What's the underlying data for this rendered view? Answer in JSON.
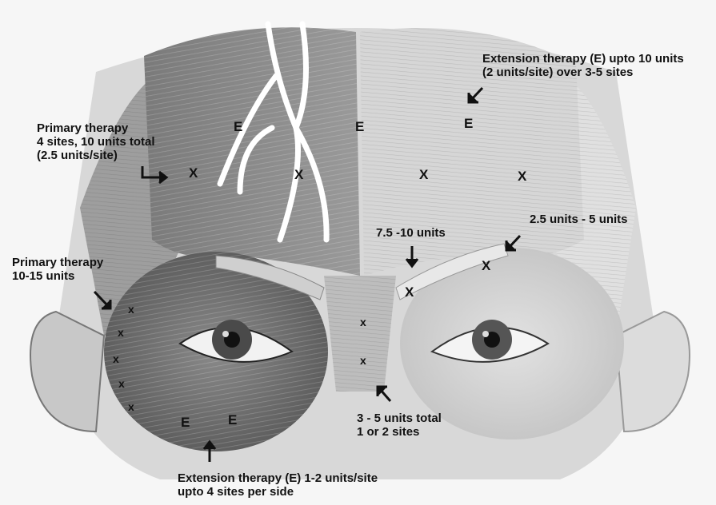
{
  "labels": {
    "primary_forehead": [
      "Primary therapy",
      "4 sites, 10 units total",
      "(2.5 units/site)"
    ],
    "extension_forehead": [
      "Extension therapy (E) upto 10 units",
      "(2 units/site) over 3-5 sites"
    ],
    "primary_orbicularis": [
      "Primary therapy",
      "10-15 units"
    ],
    "corrugator_medial": "7.5 -10 units",
    "corrugator_lateral": "2.5 units - 5 units",
    "procerus": [
      "3 - 5 units total",
      "1 or 2 sites"
    ],
    "extension_orbicularis": [
      "Extension therapy (E) 1-2 units/site",
      "upto 4 sites per side"
    ]
  },
  "marks": {
    "x_upper": "X",
    "x_lower": "x",
    "e": "E"
  },
  "colors": {
    "text": "#111111",
    "muscle_dark": "#6e6e6e",
    "muscle_light": "#d2d2d2",
    "skin": "#c9c9c9"
  }
}
